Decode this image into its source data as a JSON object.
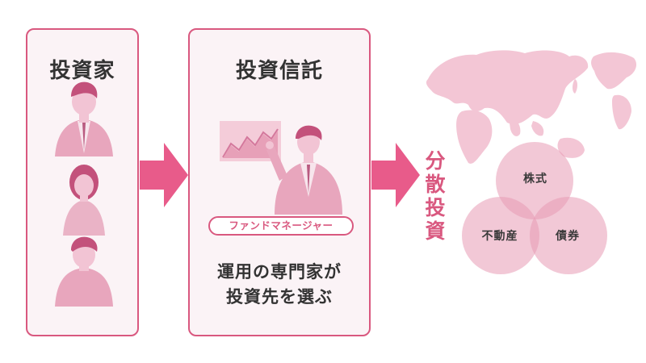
{
  "investor_panel": {
    "title": "投資家"
  },
  "trust_panel": {
    "title": "投資信託",
    "badge": "ファンドマネージャー",
    "caption_line1": "運用の専門家が",
    "caption_line2": "投資先を選ぶ"
  },
  "diversified": {
    "label": "分\n散\n投\n資"
  },
  "venn": {
    "sets": [
      {
        "label": "株式"
      },
      {
        "label": "不動産"
      },
      {
        "label": "債券"
      }
    ]
  },
  "colors": {
    "accent": "#d9587f",
    "panel_bg": "#fbf3f6",
    "light_pink": "#f2b9cc",
    "mid_pink": "#e7a0b8",
    "dark_pink": "#c96a8d"
  }
}
